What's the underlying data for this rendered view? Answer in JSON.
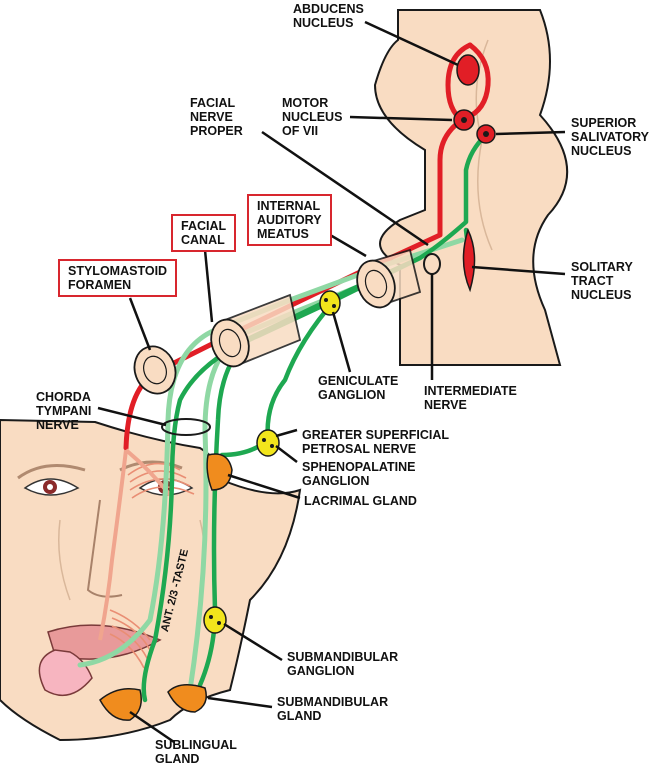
{
  "labels": {
    "abducens": "ABDUCENS\nNUCLEUS",
    "facial_nerve_proper": "FACIAL\nNERVE\nPROPER",
    "motor_nucleus": "MOTOR\nNUCLEUS\nOF VII",
    "superior_salivatory": "SUPERIOR\nSALIVATORY\nNUCLEUS",
    "internal_auditory_meatus": "INTERNAL\nAUDITORY\nMEATUS",
    "facial_canal": "FACIAL\nCANAL",
    "stylomastoid_foramen": "STYLOMASTOID\nFORAMEN",
    "solitary_tract": "SOLITARY\nTRACT\nNUCLEUS",
    "geniculate_ganglion": "GENICULATE\nGANGLION",
    "intermediate_nerve": "INTERMEDIATE\nNERVE",
    "chorda_tympani": "CHORDA\nTYMPANI\nNERVE",
    "greater_superficial_petrosal": "GREATER SUPERFICIAL\nPETROSAL NERVE",
    "sphenopalatine_ganglion": "SPHENOPALATINE\nGANGLION",
    "lacrimal_gland": "LACRIMAL GLAND",
    "taste": "ANT. 2/3 -TASTE",
    "submandibular_ganglion": "SUBMANDIBULAR\nGANGLION",
    "submandibular_gland": "SUBMANDIBULAR\nGLAND",
    "sublingual_gland": "SUBLINGUAL\nGLAND"
  },
  "colors": {
    "motor_fibers": "#e11e26",
    "parasympathetic_fibers": "#1ea851",
    "taste_fibers": "#8fd8a4",
    "brainstem": "#f9dcc2",
    "face_skin": "#f9dcc2",
    "gland": "#f08c1e",
    "ganglion": "#f2e51c",
    "label_box_border": "#d8262e"
  }
}
